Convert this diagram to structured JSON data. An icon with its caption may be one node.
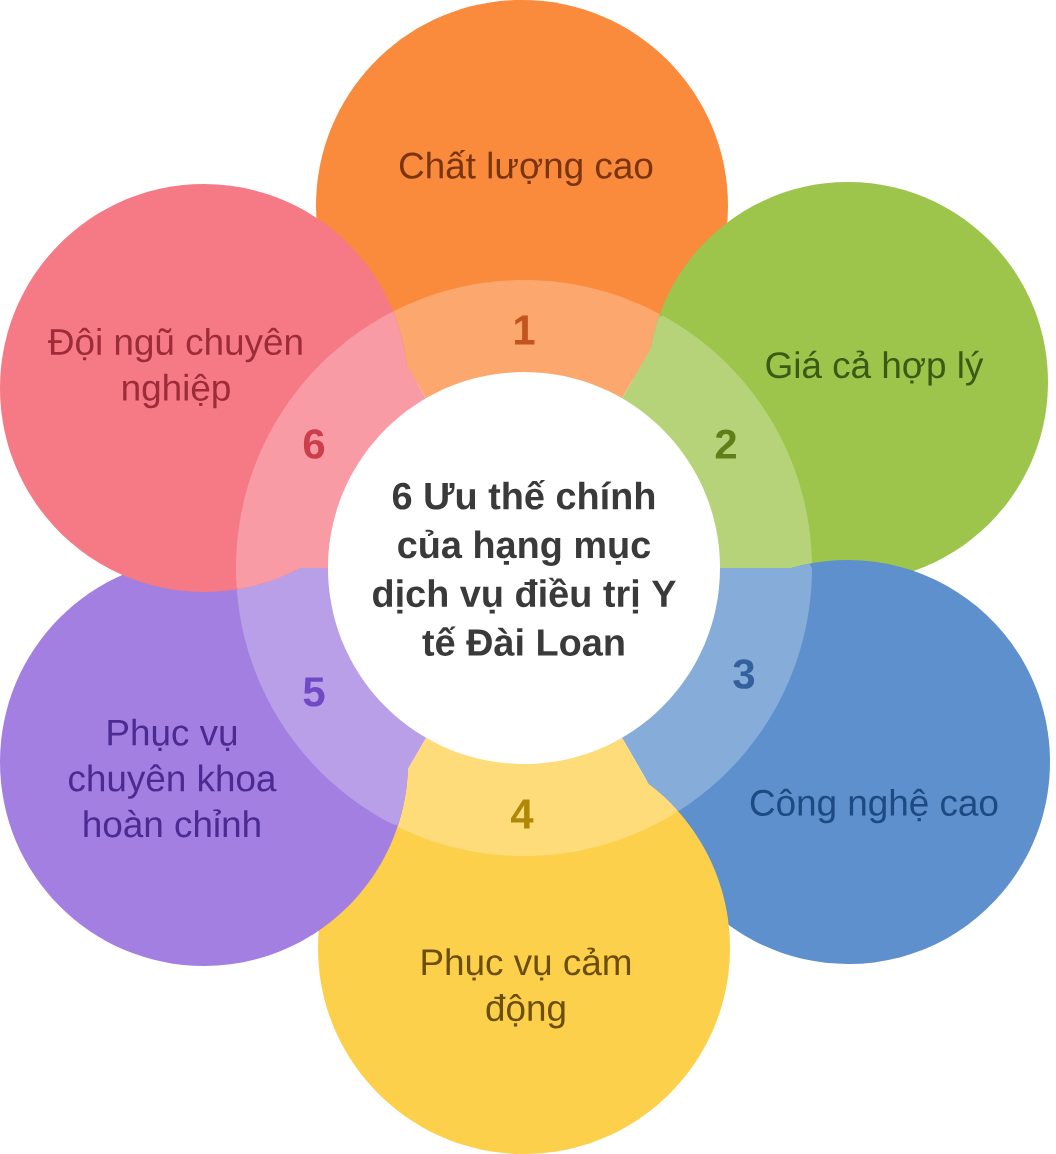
{
  "diagram": {
    "nodes": [
      {
        "text": [
          "6 Ưu thế chính của hạng mục dịch vụ điều trị Y tế Đài Loan"
        ]
      },
      {
        "text": [
          "Chất lượng cao",
          "1"
        ]
      },
      {
        "text": [
          "Giá cả hợp lý",
          "2"
        ]
      },
      {
        "text": [
          "3",
          "Công nghệ cao"
        ]
      },
      {
        "text": [
          "4",
          "Phục vụ cảm động"
        ]
      },
      {
        "text": [
          "5",
          "Phục vụ chuyên khoa hoàn chỉnh"
        ]
      },
      {
        "text": [
          "Đội ngũ chuyên nghiệp",
          "6"
        ]
      }
    ]
  }
}
